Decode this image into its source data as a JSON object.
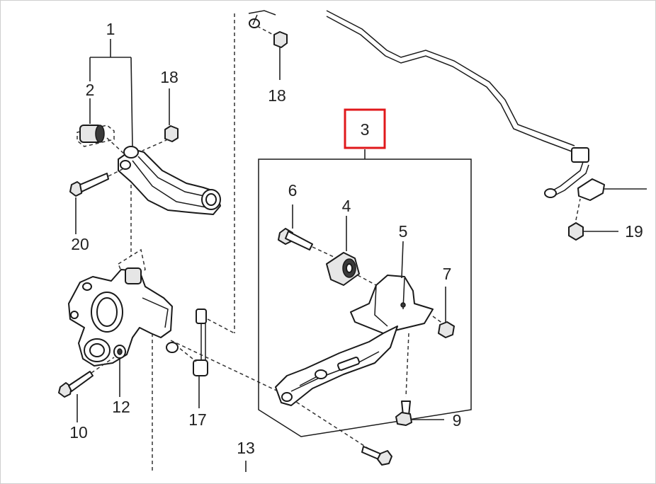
{
  "labels": {
    "l1": "1",
    "l2": "2",
    "l3": "3",
    "l4": "4",
    "l5": "5",
    "l6": "6",
    "l7": "7",
    "l9": "9",
    "l10": "10",
    "l12": "12",
    "l13": "13",
    "l17": "17",
    "l18a": "18",
    "l18b": "18",
    "l19": "19",
    "l20": "20"
  },
  "highlight": {
    "target": "3",
    "color": "#e0181b"
  }
}
